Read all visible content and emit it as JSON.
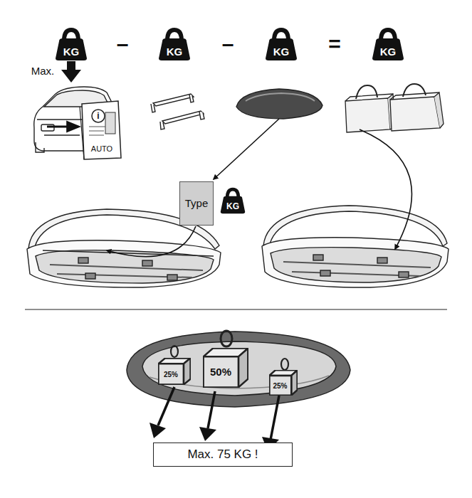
{
  "diagram": {
    "nodes": [
      {
        "text": [
          "KG"
        ]
      },
      {
        "text": [
          "KG"
        ]
      },
      {
        "text": [
          "KG"
        ]
      },
      {
        "text": [
          "KG"
        ]
      },
      {
        "text": [
          "Type"
        ]
      },
      {
        "text": [
          "KG"
        ]
      },
      {
        "text": [
          "25%"
        ]
      },
      {
        "text": [
          "50%"
        ]
      },
      {
        "text": [
          "25%"
        ]
      },
      {
        "text": [
          "Max. 75 KG !"
        ]
      }
    ],
    "labels": [
      "–",
      "–",
      "=",
      "Max.",
      "i",
      "AUTO"
    ]
  }
}
